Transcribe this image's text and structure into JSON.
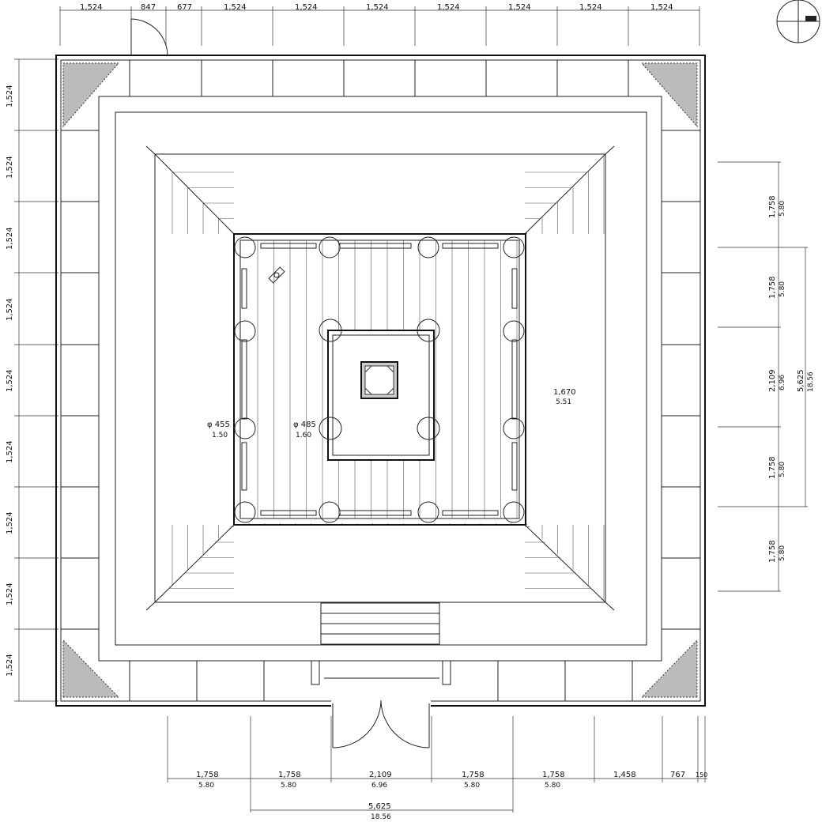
{
  "top_dims": [
    "1,524",
    "847",
    "677",
    "1,524",
    "1,524",
    "1,524",
    "1,524",
    "1,524",
    "1,524",
    "1,524"
  ],
  "left_dims": [
    "1,524",
    "1,524",
    "1,524",
    "1,524",
    "1,524",
    "1,524",
    "1,524",
    "1,524",
    "1,524"
  ],
  "right_dims": [
    {
      "mm": "1,758",
      "ft": "5.80"
    },
    {
      "mm": "1,758",
      "ft": "5.80"
    },
    {
      "mm": "2,109",
      "ft": "6.96"
    },
    {
      "mm": "1,758",
      "ft": "5.80"
    },
    {
      "mm": "1,758",
      "ft": "5.80"
    }
  ],
  "right_total": {
    "mm": "5,625",
    "ft": "18.56"
  },
  "bottom_dims": [
    {
      "mm": "1,758",
      "ft": "5.80"
    },
    {
      "mm": "1,758",
      "ft": "5.80"
    },
    {
      "mm": "2,109",
      "ft": "6.96"
    },
    {
      "mm": "1,758",
      "ft": "5.80"
    },
    {
      "mm": "1,758",
      "ft": "5.80"
    },
    {
      "mm": "1,458",
      "ft": ""
    },
    {
      "mm": "767",
      "ft": ""
    },
    {
      "mm": "150",
      "ft": ""
    }
  ],
  "bottom_total": {
    "mm": "5,625",
    "ft": "18.56"
  },
  "col_outer": {
    "mm": "φ 455",
    "ft": "1.50"
  },
  "col_inner": {
    "mm": "φ 485",
    "ft": "1.60"
  },
  "eave_depth": {
    "mm": "1,670",
    "ft": "5.51"
  }
}
